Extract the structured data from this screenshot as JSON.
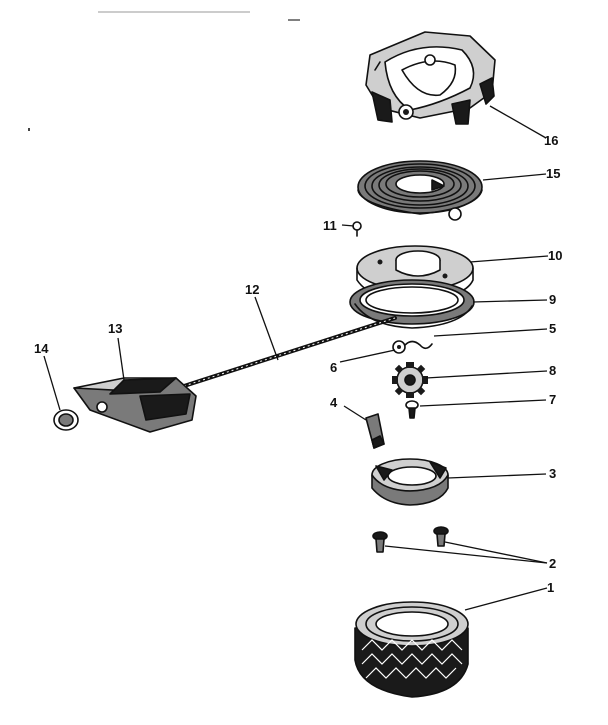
{
  "callouts": {
    "c1": "1",
    "c2": "2",
    "c3": "3",
    "c4": "4",
    "c5": "5",
    "c6": "6",
    "c7": "7",
    "c8": "8",
    "c9": "9",
    "c10": "10",
    "c11": "11",
    "c12": "12",
    "c13": "13",
    "c14": "14",
    "c15": "15",
    "c16": "16"
  },
  "colors": {
    "ink": "#111111",
    "paper": "#ffffff",
    "shade": "#7a7a7a"
  }
}
